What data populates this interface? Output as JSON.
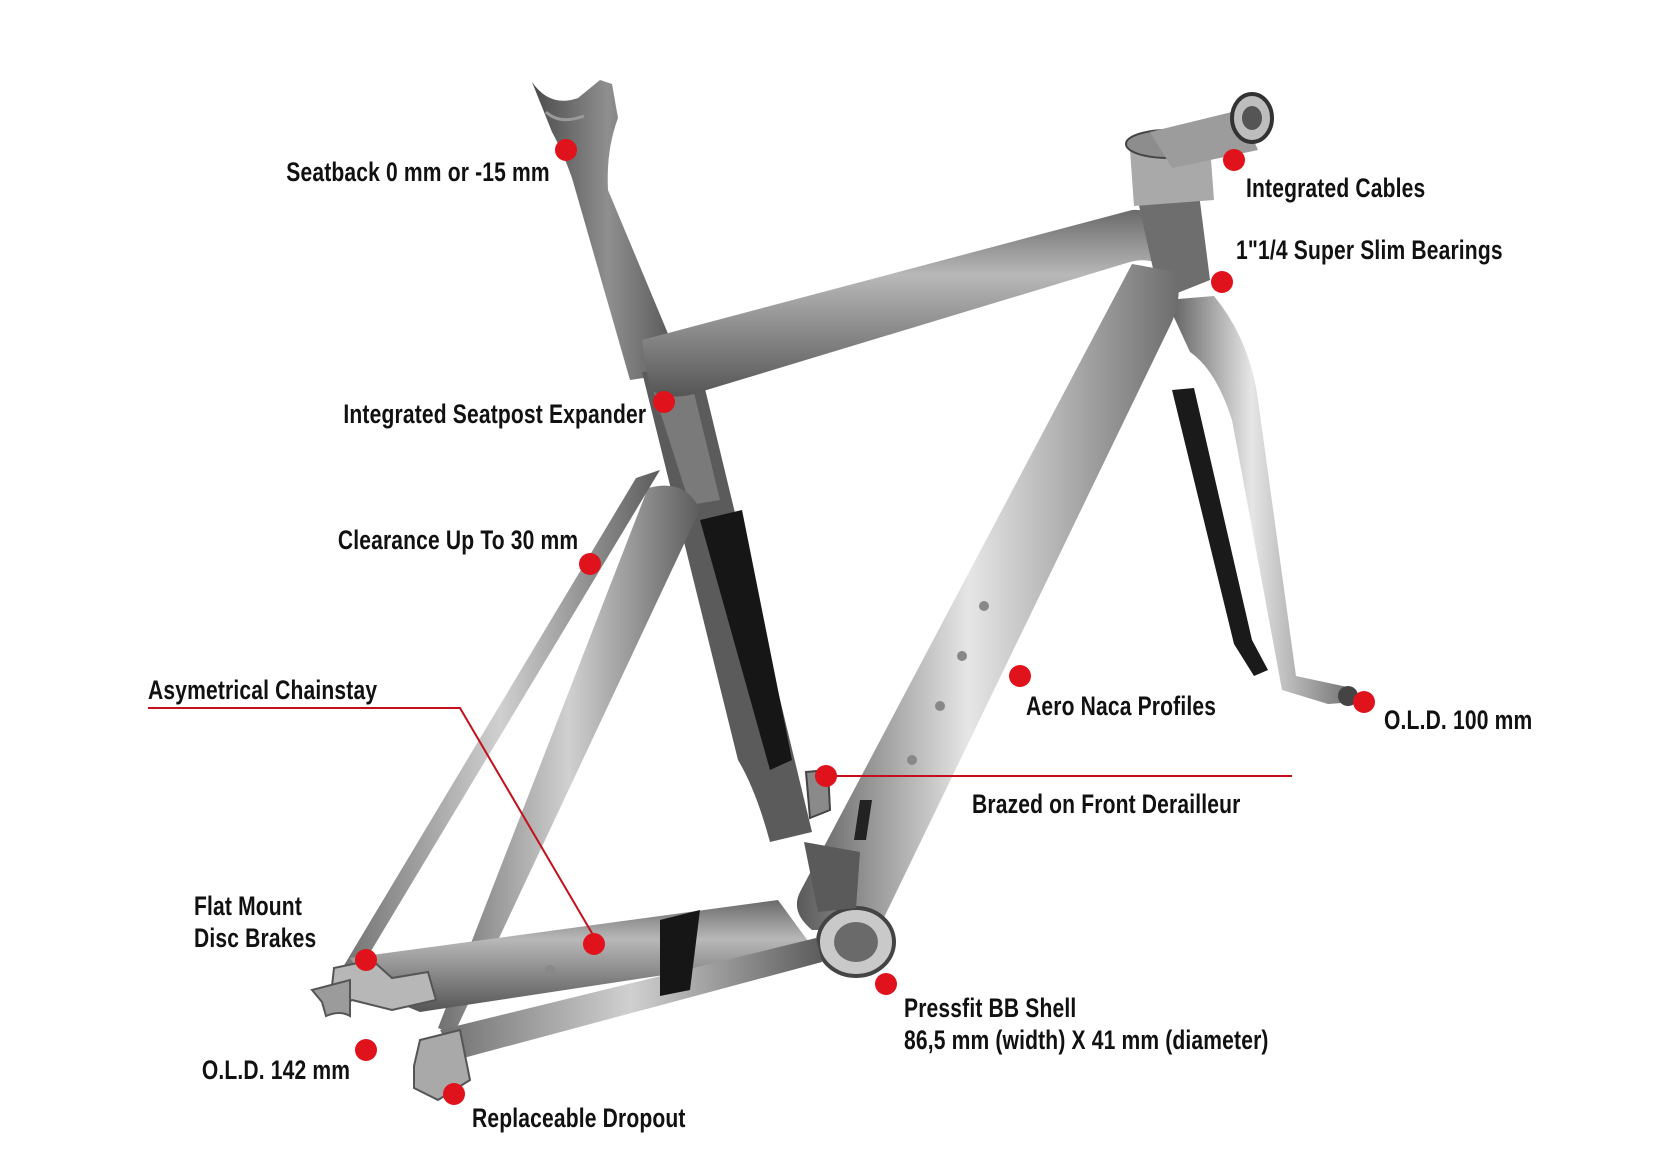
{
  "colors": {
    "callout_dot": "#e0121c",
    "leader_line": "#c4101a",
    "frame_carbon": "#5e5e5e",
    "frame_highlight": "#bdbdbd",
    "label_text": "#111111"
  },
  "annotations": {
    "seatback": "Seatback 0 mm or -15 mm",
    "integrated_cables": "Integrated Cables",
    "super_slim_bearings": "1\"1/4 Super Slim Bearings",
    "seatpost_expander": "Integrated Seatpost Expander",
    "clearance": "Clearance Up To 30 mm",
    "chainstay": "Asymetrical Chainstay",
    "aero_naca": "Aero Naca Profiles",
    "old_front": "O.L.D. 100 mm",
    "front_derailleur": "Brazed  on Front Derailleur",
    "flat_mount_line1": "Flat Mount",
    "flat_mount_line2": "Disc Brakes",
    "pressfit_line1": "Pressfit BB Shell",
    "pressfit_line2": "86,5 mm (width) X 41 mm (diameter)",
    "old_rear": "O.L.D. 142 mm",
    "replaceable_dropout": "Replaceable Dropout"
  }
}
